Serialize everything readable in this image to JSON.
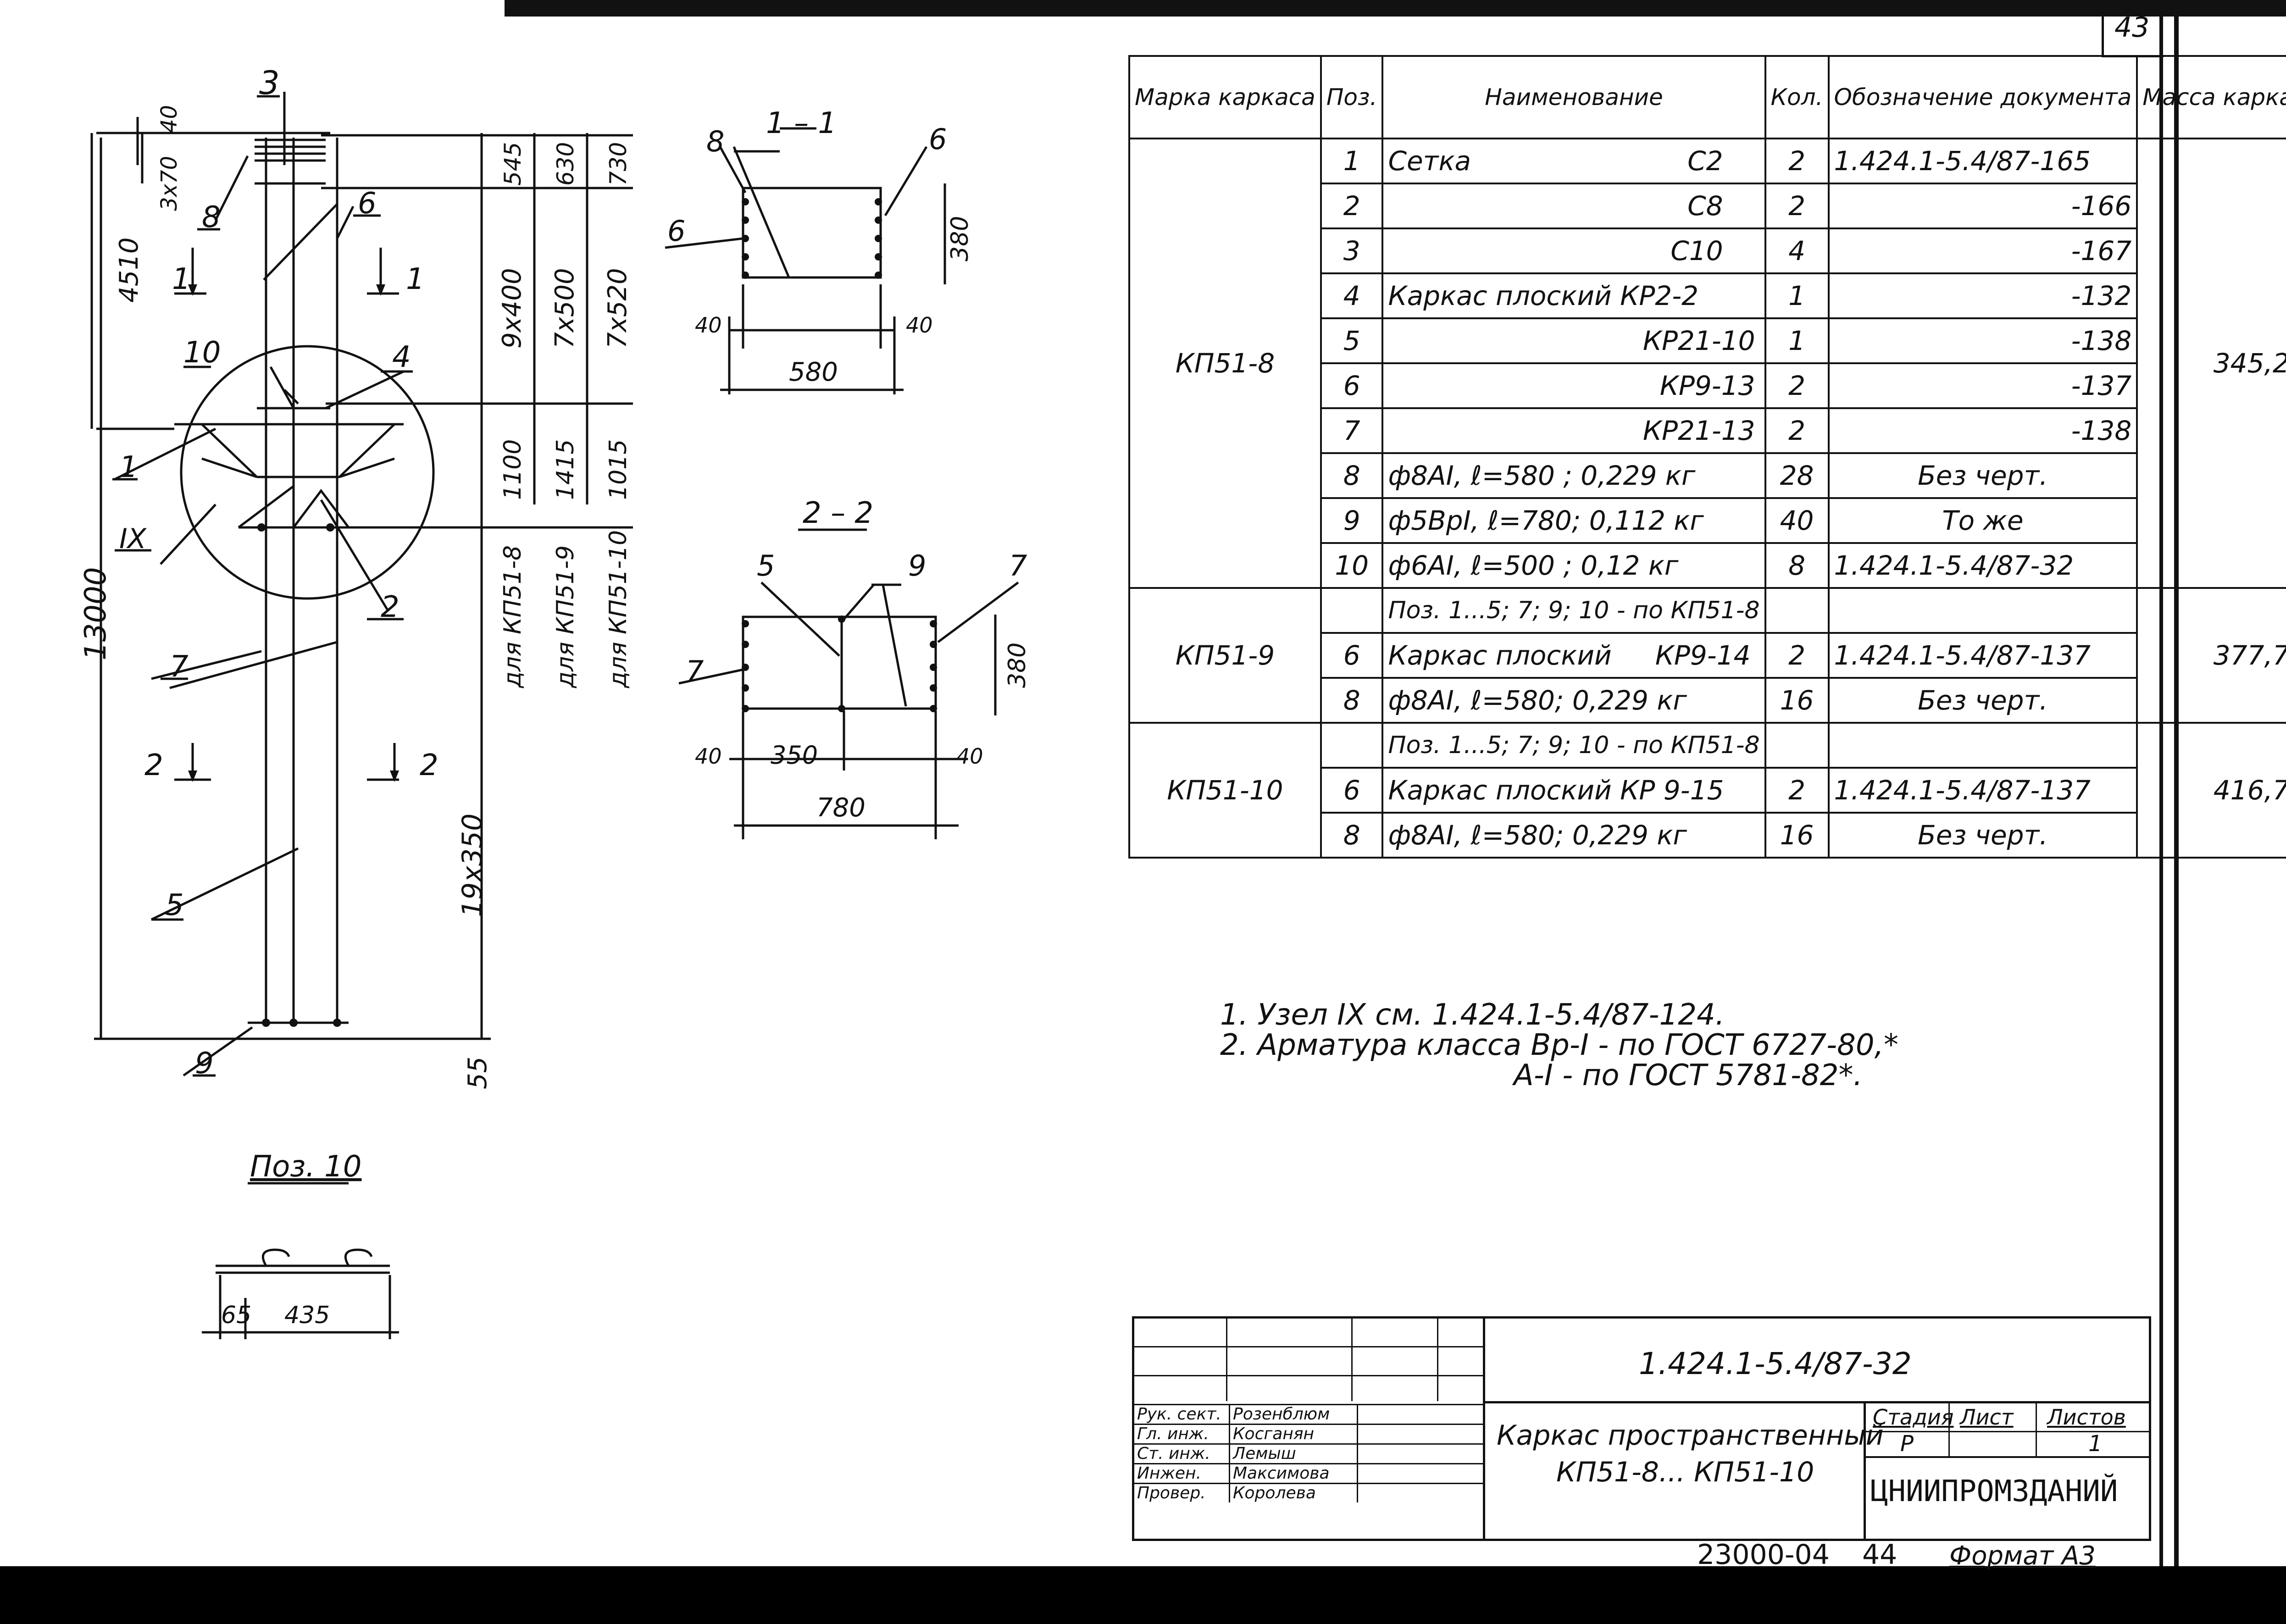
{
  "sheet": {
    "page_number": "43",
    "archive_number": "23000-04",
    "archive_sheet": "44",
    "format": "Формат А3"
  },
  "drawing": {
    "callouts": {
      "p3": "3",
      "p8": "8",
      "p6": "6",
      "p10": "10",
      "p4": "4",
      "p1": "1",
      "p2": "2",
      "p7": "7",
      "p5": "5",
      "p9": "9",
      "node": "IX"
    },
    "section_marks": {
      "s1_left": "1",
      "s1_right": "1",
      "s2_left": "2",
      "s2_right": "2"
    },
    "dims_left": {
      "d40": "40",
      "d3x70": "3х70",
      "d4510": "4510",
      "d13000": "13000"
    },
    "dims_right": {
      "c1": [
        "545",
        "9х400",
        "1100",
        "для КП51-8"
      ],
      "c2": [
        "630",
        "7х500",
        "1415",
        "для КП51-9"
      ],
      "c3": [
        "730",
        "7х520",
        "1015",
        "для КП51-10"
      ],
      "d19x350": "19х350",
      "d55": "55"
    },
    "poz10": {
      "title": "Поз. 10",
      "d65": "65",
      "d435": "435"
    }
  },
  "section_1_1": {
    "title": "1 – 1",
    "callouts": {
      "a": "8",
      "b": "6",
      "c": "6"
    },
    "dims": {
      "w": "580",
      "h": "380",
      "left": "40",
      "right": "40"
    }
  },
  "section_2_2": {
    "title": "2 – 2",
    "callouts": {
      "a": "5",
      "b": "9",
      "c": "7",
      "d": "7"
    },
    "dims": {
      "w": "780",
      "inner": "350",
      "h": "380",
      "left": "40",
      "right": "40"
    }
  },
  "spec_table": {
    "headers": [
      "Марка каркаса",
      "Поз.",
      "Наименование",
      "Кол.",
      "Обозначение документа",
      "Масса каркаса, кг"
    ],
    "groups": [
      {
        "brand": "КП51-8",
        "mass": "345,2",
        "rows": [
          {
            "pos": "1",
            "name": "Сетка",
            "name2": "С2",
            "qty": "2",
            "doc": "1.424.1-5.4/87-165"
          },
          {
            "pos": "2",
            "name": "",
            "name2": "С8",
            "qty": "2",
            "doc": "-166"
          },
          {
            "pos": "3",
            "name": "",
            "name2": "С10",
            "qty": "4",
            "doc": "-167"
          },
          {
            "pos": "4",
            "name": "Каркас плоский КР2-2",
            "name2": "",
            "qty": "1",
            "doc": "-132"
          },
          {
            "pos": "5",
            "name": "",
            "name2": "КР21-10",
            "qty": "1",
            "doc": "-138"
          },
          {
            "pos": "6",
            "name": "",
            "name2": "КР9-13",
            "qty": "2",
            "doc": "-137"
          },
          {
            "pos": "7",
            "name": "",
            "name2": "КР21-13",
            "qty": "2",
            "doc": "-138"
          },
          {
            "pos": "8",
            "name": "ф8АI, ℓ=580 ; 0,229 кг",
            "name2": "",
            "qty": "28",
            "doc": "Без черт."
          },
          {
            "pos": "9",
            "name": "ф5ВрI, ℓ=780; 0,112 кг",
            "name2": "",
            "qty": "40",
            "doc": "То же"
          },
          {
            "pos": "10",
            "name": "ф6АI, ℓ=500 ; 0,12 кг",
            "name2": "",
            "qty": "8",
            "doc": "1.424.1-5.4/87-32"
          }
        ]
      },
      {
        "brand": "КП51-9",
        "mass": "377,7",
        "rows": [
          {
            "pos": "",
            "name": "Поз. 1...5; 7; 9; 10 - по КП51-8",
            "name2": "",
            "qty": "",
            "doc": ""
          },
          {
            "pos": "6",
            "name": "Каркас плоский",
            "name2": "КР9-14",
            "qty": "2",
            "doc": "1.424.1-5.4/87-137"
          },
          {
            "pos": "8",
            "name": "ф8АI, ℓ=580; 0,229 кг",
            "name2": "",
            "qty": "16",
            "doc": "Без черт."
          }
        ]
      },
      {
        "brand": "КП51-10",
        "mass": "416,7",
        "rows": [
          {
            "pos": "",
            "name": "Поз. 1...5; 7; 9; 10 - по КП51-8",
            "name2": "",
            "qty": "",
            "doc": ""
          },
          {
            "pos": "6",
            "name": "Каркас плоский КР 9-15",
            "name2": "",
            "qty": "2",
            "doc": "1.424.1-5.4/87-137"
          },
          {
            "pos": "8",
            "name": "ф8АI, ℓ=580; 0,229 кг",
            "name2": "",
            "qty": "16",
            "doc": "Без черт."
          }
        ]
      }
    ]
  },
  "notes": [
    "1. Узел IX см. 1.424.1-5.4/87-124.",
    "2. Арматура класса Вр-I - по ГОСТ 6727-80,*",
    "А-I - по ГОСТ 5781-82*."
  ],
  "title_block": {
    "designation": "1.424.1-5.4/87-32",
    "title_line1": "Каркас пространственный",
    "title_line2": "КП51-8... КП51-10",
    "stage_label": "Стадия",
    "sheet_label": "Лист",
    "sheets_label": "Листов",
    "stage": "Р",
    "sheets": "1",
    "organization": "ЦНИИПРОМЗДАНИЙ",
    "signatures": [
      {
        "role": "Рук. сект.",
        "name": "Розенблюм"
      },
      {
        "role": "Гл. инж.",
        "name": "Косганян"
      },
      {
        "role": "Ст. инж.",
        "name": "Лемыш"
      },
      {
        "role": "Инжен.",
        "name": "Максимова"
      },
      {
        "role": "Провер.",
        "name": "Королева"
      }
    ]
  }
}
